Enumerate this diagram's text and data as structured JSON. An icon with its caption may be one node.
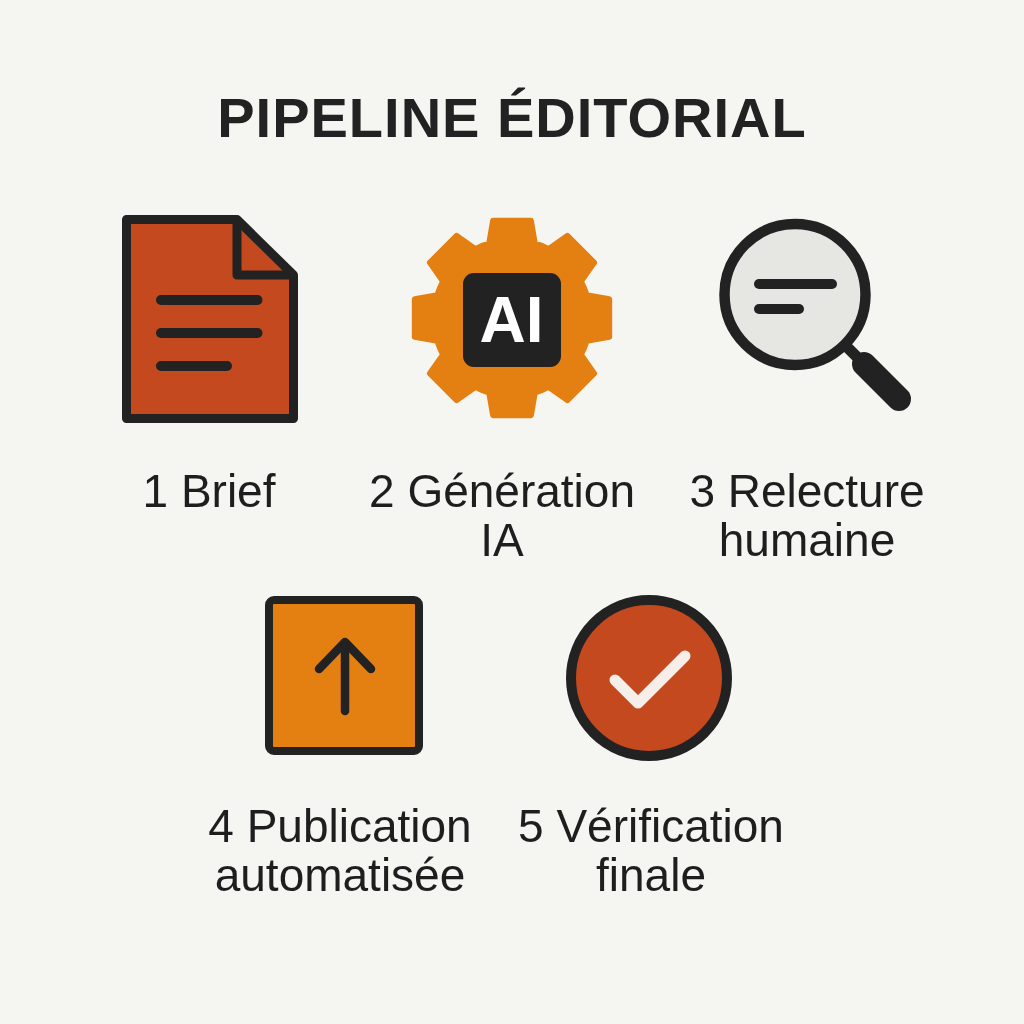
{
  "diagram": {
    "title": "PIPELINE ÉDITORIAL",
    "nodes": [
      {
        "text": [
          "1 Brief"
        ]
      },
      {
        "text": [
          "AI",
          "2 Génération IA"
        ]
      },
      {
        "text": [
          "3 Relecture humaine"
        ]
      },
      {
        "text": [
          "4 Publication automatisée"
        ]
      },
      {
        "text": [
          "5 Vérification finale"
        ]
      }
    ]
  }
}
